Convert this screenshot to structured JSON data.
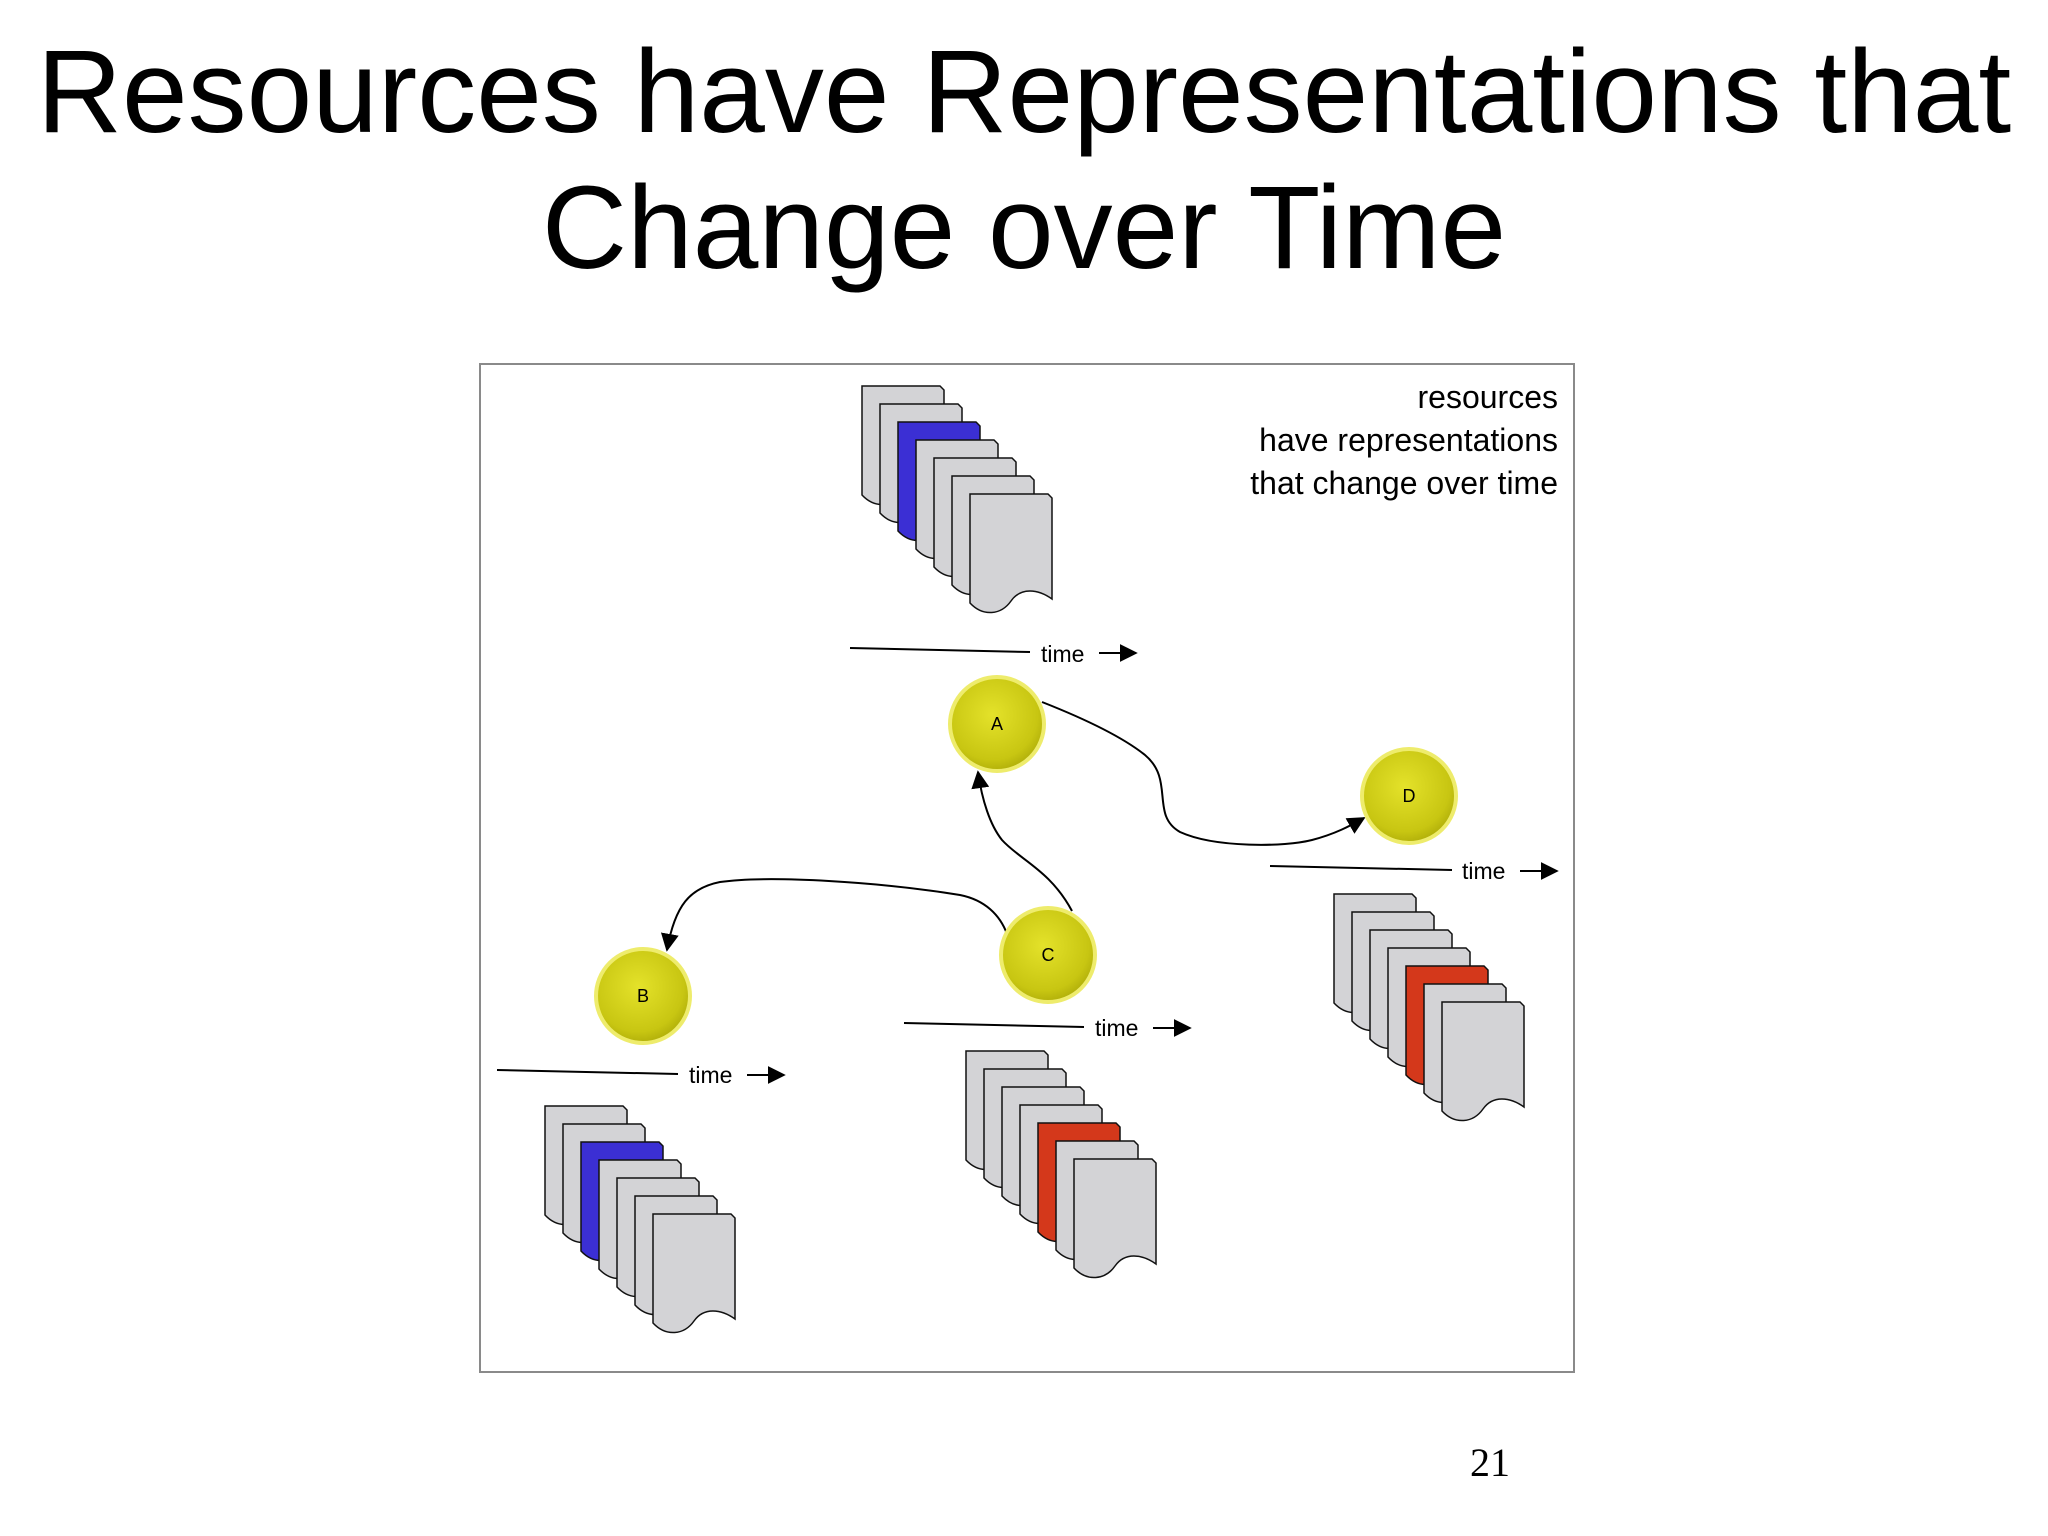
{
  "slide": {
    "title_line1": "Resources have Representations that",
    "title_line2": "Change over Time",
    "page_number": "21"
  },
  "diagram": {
    "caption": {
      "line1": "resources",
      "line2": "have representations",
      "line3": "that change over time"
    },
    "time_label": "time",
    "nodes": [
      {
        "id": "A",
        "label": "A"
      },
      {
        "id": "B",
        "label": "B"
      },
      {
        "id": "C",
        "label": "C"
      },
      {
        "id": "D",
        "label": "D"
      }
    ],
    "links": [
      {
        "from": "C",
        "to": "A"
      },
      {
        "from": "C",
        "to": "B"
      },
      {
        "from": "A",
        "to": "D"
      }
    ],
    "stacks": [
      {
        "resource": "A",
        "highlight_color": "#3b2fd4",
        "highlight_index": 2
      },
      {
        "resource": "B",
        "highlight_color": "#3b2fd4",
        "highlight_index": 2
      },
      {
        "resource": "C",
        "highlight_color": "#d4381b",
        "highlight_index": 4
      },
      {
        "resource": "D",
        "highlight_color": "#d4381b",
        "highlight_index": 4
      }
    ],
    "colors": {
      "node_fill": "#d6d41e",
      "node_edge": "#f0ee6a",
      "page_fill": "#d3d3d6",
      "frame": "#8a8a8a"
    }
  }
}
